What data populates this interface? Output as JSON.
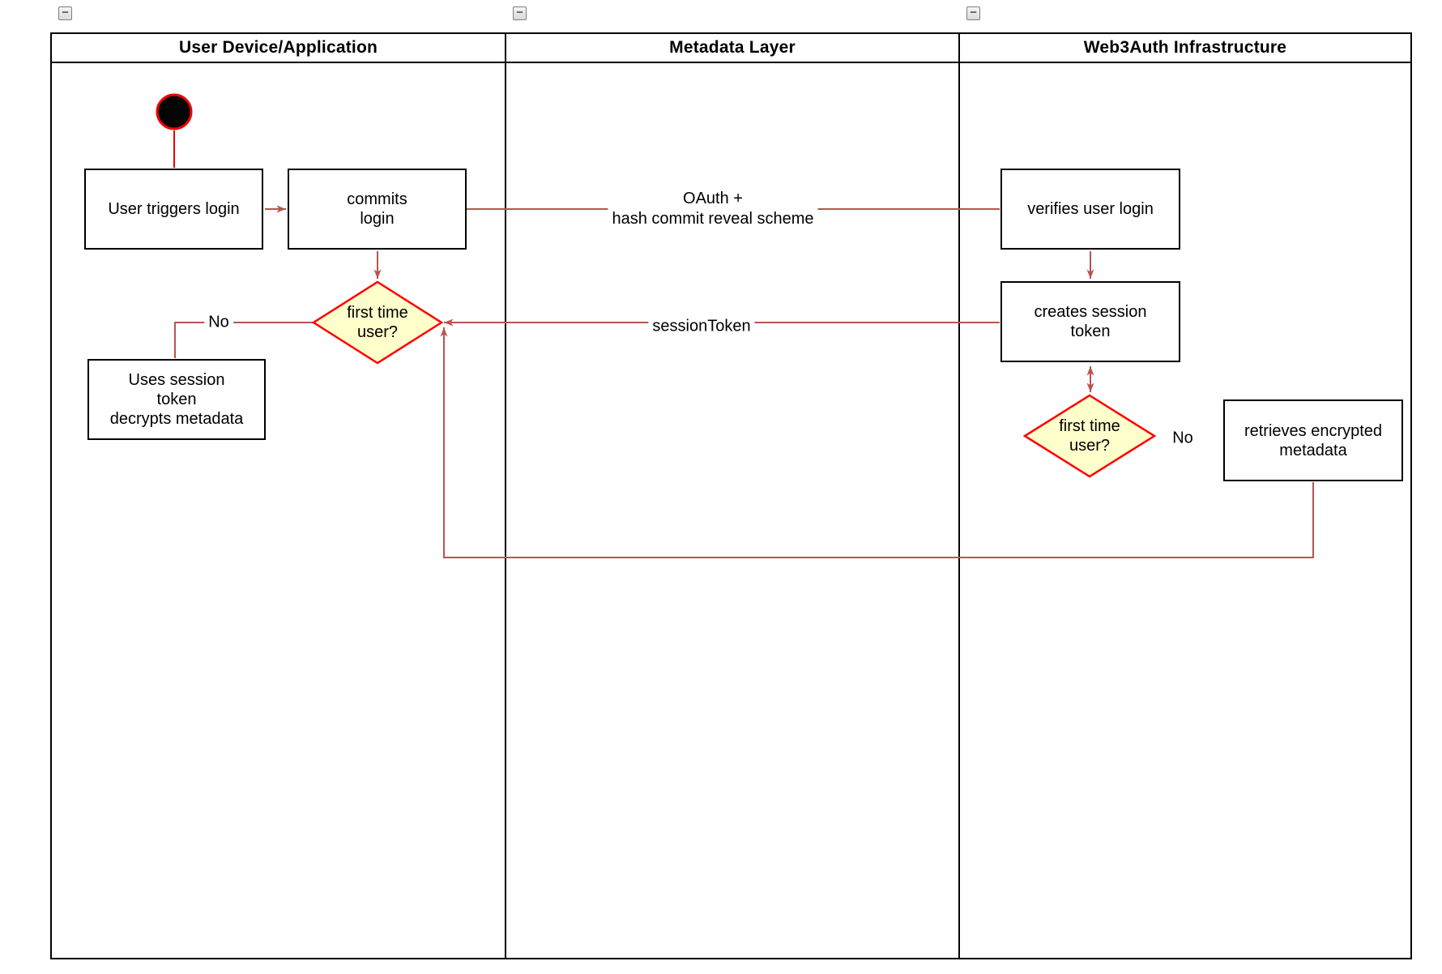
{
  "colors": {
    "edge": "#b85450",
    "start_edge": "#f00000",
    "decision_fill": "#ffffcc",
    "decision_border": "#ff0000",
    "node_fill": "#ffffff",
    "node_border": "#000000"
  },
  "lanes": [
    {
      "title": "User Device/Application",
      "collapse_glyph": "−"
    },
    {
      "title": "Metadata Layer",
      "collapse_glyph": "−"
    },
    {
      "title": "Web3Auth Infrastructure",
      "collapse_glyph": "−"
    }
  ],
  "nodes": {
    "user_triggers_login": {
      "label": "User triggers login"
    },
    "commits_login": {
      "label": "commits\nlogin"
    },
    "first_time_user_left": {
      "label": "first time\nuser?"
    },
    "uses_session_token": {
      "label": "Uses session\ntoken\ndecrypts metadata"
    },
    "verifies_user_login": {
      "label": "verifies user login"
    },
    "creates_session_token": {
      "label": "creates session\ntoken"
    },
    "first_time_user_right": {
      "label": "first time\nuser?"
    },
    "retrieves_encrypted_metadata": {
      "label": "retrieves encrypted\nmetadata"
    }
  },
  "edge_labels": {
    "oauth": "OAuth +\nhash commit reveal scheme",
    "session_token": "sessionToken",
    "no_left": "No",
    "no_right": "No"
  }
}
